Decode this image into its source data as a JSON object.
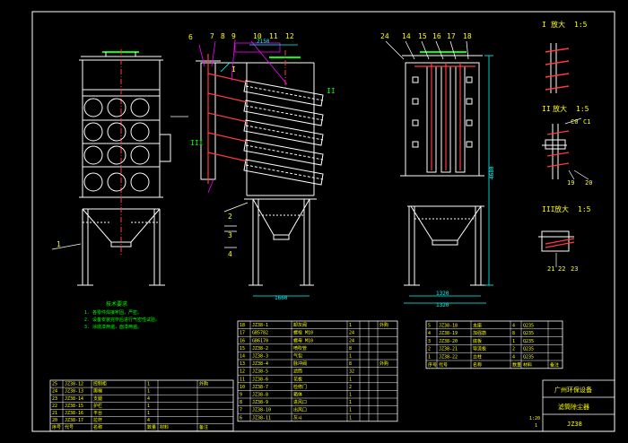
{
  "drawing": {
    "bg_color": "#000000",
    "frame_color": "#ffffff",
    "line_color": "#ffffff",
    "part_color": "#ff3b3b",
    "text_color": "#ffff00",
    "note_color": "#00ff00",
    "dim_color": "#00ffff",
    "leader_color": "#ff00ff"
  },
  "front_view": {
    "callout": "1"
  },
  "side_view": {
    "callouts_top": [
      "6",
      "7",
      "8",
      "9",
      "10",
      "11",
      "12"
    ],
    "callouts_mid": [
      "I",
      "II",
      "III"
    ],
    "callouts_low": [
      "2",
      "3",
      "4"
    ],
    "dim_top": "2150",
    "dim_bottom": "1660"
  },
  "rear_view": {
    "callouts_top": [
      "24",
      "14",
      "15",
      "16",
      "17",
      "18"
    ],
    "dim_height": "4680",
    "dim_bottom_1": "1320",
    "dim_bottom_2": "1320"
  },
  "details": [
    {
      "roman": "I",
      "label": "放大",
      "scale": "1:5"
    },
    {
      "roman": "II",
      "label": "放大",
      "scale": "1:5"
    },
    {
      "roman": "III",
      "label": "放大",
      "scale": "1:5"
    }
  ],
  "detail_callouts": [
    "C0",
    "C1",
    "19",
    "20",
    "21",
    "22",
    "23"
  ],
  "notes": {
    "heading": "技术要求",
    "lines": [
      "1. 各零件焊接牢固，严密。",
      "2. 设备安装完毕后进行气密性试验。",
      "3. 涂底漆两遍，面漆两遍。"
    ]
  },
  "bom_center": {
    "rows": [
      [
        "18",
        "JZ38-1",
        "卸灰阀",
        "1",
        "",
        "",
        "外购"
      ],
      [
        "17",
        "GB5782",
        "螺栓 M10",
        "24",
        "",
        "",
        ""
      ],
      [
        "16",
        "GB6170",
        "螺母 M10",
        "24",
        "",
        "",
        ""
      ],
      [
        "15",
        "JZ38-2",
        "喷吹管",
        "8",
        "",
        "",
        ""
      ],
      [
        "14",
        "JZ38-3",
        "气包",
        "1",
        "",
        "",
        ""
      ],
      [
        "13",
        "JZ38-4",
        "脉冲阀",
        "8",
        "",
        "",
        "外购"
      ],
      [
        "12",
        "JZ38-5",
        "滤筒",
        "32",
        "",
        "",
        ""
      ],
      [
        "11",
        "JZ38-6",
        "花板",
        "1",
        "",
        "",
        ""
      ],
      [
        "10",
        "JZ38-7",
        "检修门",
        "2",
        "",
        "",
        ""
      ],
      [
        "9",
        "JZ38-8",
        "箱体",
        "1",
        "",
        "",
        ""
      ],
      [
        "8",
        "JZ38-9",
        "进风口",
        "1",
        "",
        "",
        ""
      ],
      [
        "7",
        "JZ38-10",
        "出风口",
        "1",
        "",
        "",
        ""
      ],
      [
        "6",
        "JZ38-11",
        "灰斗",
        "1",
        "",
        "",
        ""
      ]
    ]
  },
  "bom_left": {
    "rows": [
      [
        "25",
        "JZ38-12",
        "控制柜",
        "1",
        "",
        "外购"
      ],
      [
        "24",
        "JZ38-13",
        "爬梯",
        "1",
        "",
        ""
      ],
      [
        "23",
        "JZ38-14",
        "支腿",
        "4",
        "",
        ""
      ],
      [
        "22",
        "JZ38-15",
        "护栏",
        "1",
        "",
        ""
      ],
      [
        "21",
        "JZ38-16",
        "平台",
        "1",
        "",
        ""
      ],
      [
        "20",
        "JZ38-17",
        "拉杆",
        "4",
        "",
        ""
      ]
    ],
    "header": [
      "序号",
      "代号",
      "名称",
      "数量",
      "材料",
      "备注"
    ]
  },
  "bom_right": {
    "rows": [
      [
        "5",
        "JZ38-18",
        "支座",
        "4",
        "Q235",
        ""
      ],
      [
        "4",
        "JZ38-19",
        "加强筋",
        "8",
        "Q235",
        ""
      ],
      [
        "3",
        "JZ38-20",
        "底板",
        "1",
        "Q235",
        ""
      ],
      [
        "2",
        "JZ38-21",
        "导流板",
        "2",
        "Q235",
        ""
      ],
      [
        "1",
        "JZ38-22",
        "立柱",
        "4",
        "Q235",
        ""
      ]
    ],
    "header": [
      "序号",
      "代号",
      "名称",
      "数量",
      "材料",
      "备注"
    ]
  },
  "title_block": {
    "company": "广州环保设备",
    "drawing_name": "滤筒除尘器",
    "drawing_no": "JZ38",
    "scale": "1:20",
    "sheet": "1"
  }
}
